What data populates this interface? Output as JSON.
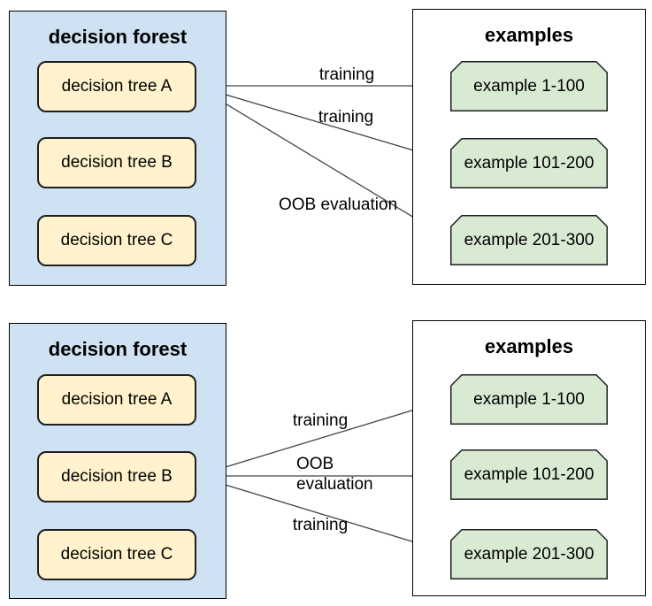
{
  "colors": {
    "forest-bg": "#cfe2f3",
    "tree-bg": "#fff2cc",
    "example-bg": "#d9ead3",
    "box-border": "#000000",
    "shape-border": "#1f1f1f",
    "line": "#444444",
    "text": "#000000"
  },
  "panels": [
    {
      "forest": {
        "title": "decision forest",
        "trees": [
          "decision tree A",
          "decision tree B",
          "decision tree C"
        ]
      },
      "examples": {
        "title": "examples",
        "items": [
          "example 1-100",
          "example 101-200",
          "example 201-300"
        ]
      },
      "arrow_labels": [
        "training",
        "training",
        "OOB evaluation"
      ],
      "arrow_source": "decision tree A"
    },
    {
      "forest": {
        "title": "decision forest",
        "trees": [
          "decision tree A",
          "decision tree B",
          "decision tree C"
        ]
      },
      "examples": {
        "title": "examples",
        "items": [
          "example 1-100",
          "example 101-200",
          "example 201-300"
        ]
      },
      "arrow_labels": [
        "training",
        "OOB evaluation",
        "training"
      ],
      "arrow_source": "decision tree B"
    }
  ]
}
